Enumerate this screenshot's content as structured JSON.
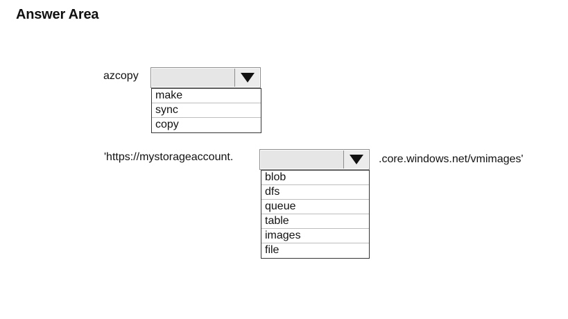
{
  "header": {
    "title": "Answer Area"
  },
  "command": {
    "prefix": "azcopy",
    "dropdown": {
      "selected": "",
      "icon": "triangle-down-icon",
      "options": [
        "make",
        "sync",
        "copy"
      ]
    }
  },
  "url": {
    "prefix": "'https://mystorageaccount.",
    "suffix": ".core.windows.net/vmimages'",
    "dropdown": {
      "selected": "",
      "icon": "triangle-down-icon",
      "options": [
        "blob",
        "dfs",
        "queue",
        "table",
        "images",
        "file"
      ]
    }
  }
}
